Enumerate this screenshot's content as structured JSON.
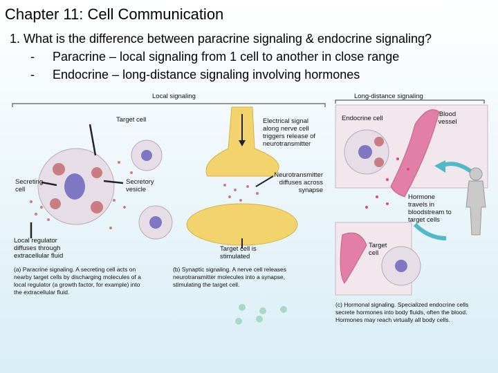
{
  "slide": {
    "title": "Chapter 11:  Cell Communication",
    "question": "1.  What is the difference between paracrine signaling & endocrine signaling?",
    "answers": [
      {
        "bullet": "-",
        "text": "Paracrine – local signaling from 1 cell to another in close range"
      },
      {
        "bullet": "-",
        "text": "Endocrine – long-distance signaling involving hormones"
      }
    ]
  },
  "figure": {
    "header_local": "Local signaling",
    "header_long": "Long-distance signaling",
    "labels": {
      "target_cell": "Target cell",
      "secreting_cell": "Secreting cell",
      "secretory_vesicle": "Secretory vesicle",
      "local_regulator": "Local regulator diffuses through extracellular fluid",
      "electrical_signal": "Electrical signal along nerve cell triggers release of neurotransmitter",
      "neurotransmitter": "Neurotransmitter diffuses across synapse",
      "target_stimulated": "Target cell is stimulated",
      "endocrine_cell": "Endocrine cell",
      "blood_vessel": "Blood vessel",
      "hormone_travels": "Hormone travels in bloodstream to target cells",
      "target_cell_c": "Target cell"
    },
    "captions": {
      "a": "(a) Paracrine signaling. A secreting cell acts on nearby target cells by discharging molecules of a local regulator (a growth factor, for example) into the extracellular fluid.",
      "b": "(b) Synaptic signaling. A nerve cell releases neurotransmitter molecules into a synapse, stimulating the target cell.",
      "c": "(c) Hormonal signaling. Specialized endocrine cells secrete hormones into body fluids, often the blood. Hormones may reach virtually all body cells."
    }
  },
  "colors": {
    "cell": "#e7dde6",
    "nucleus": "#7f77c4",
    "vesicle": "#c97d82",
    "nerve": "#f3d36c",
    "vessel": "#e27fa6",
    "arrow": "#4fb8c9"
  }
}
